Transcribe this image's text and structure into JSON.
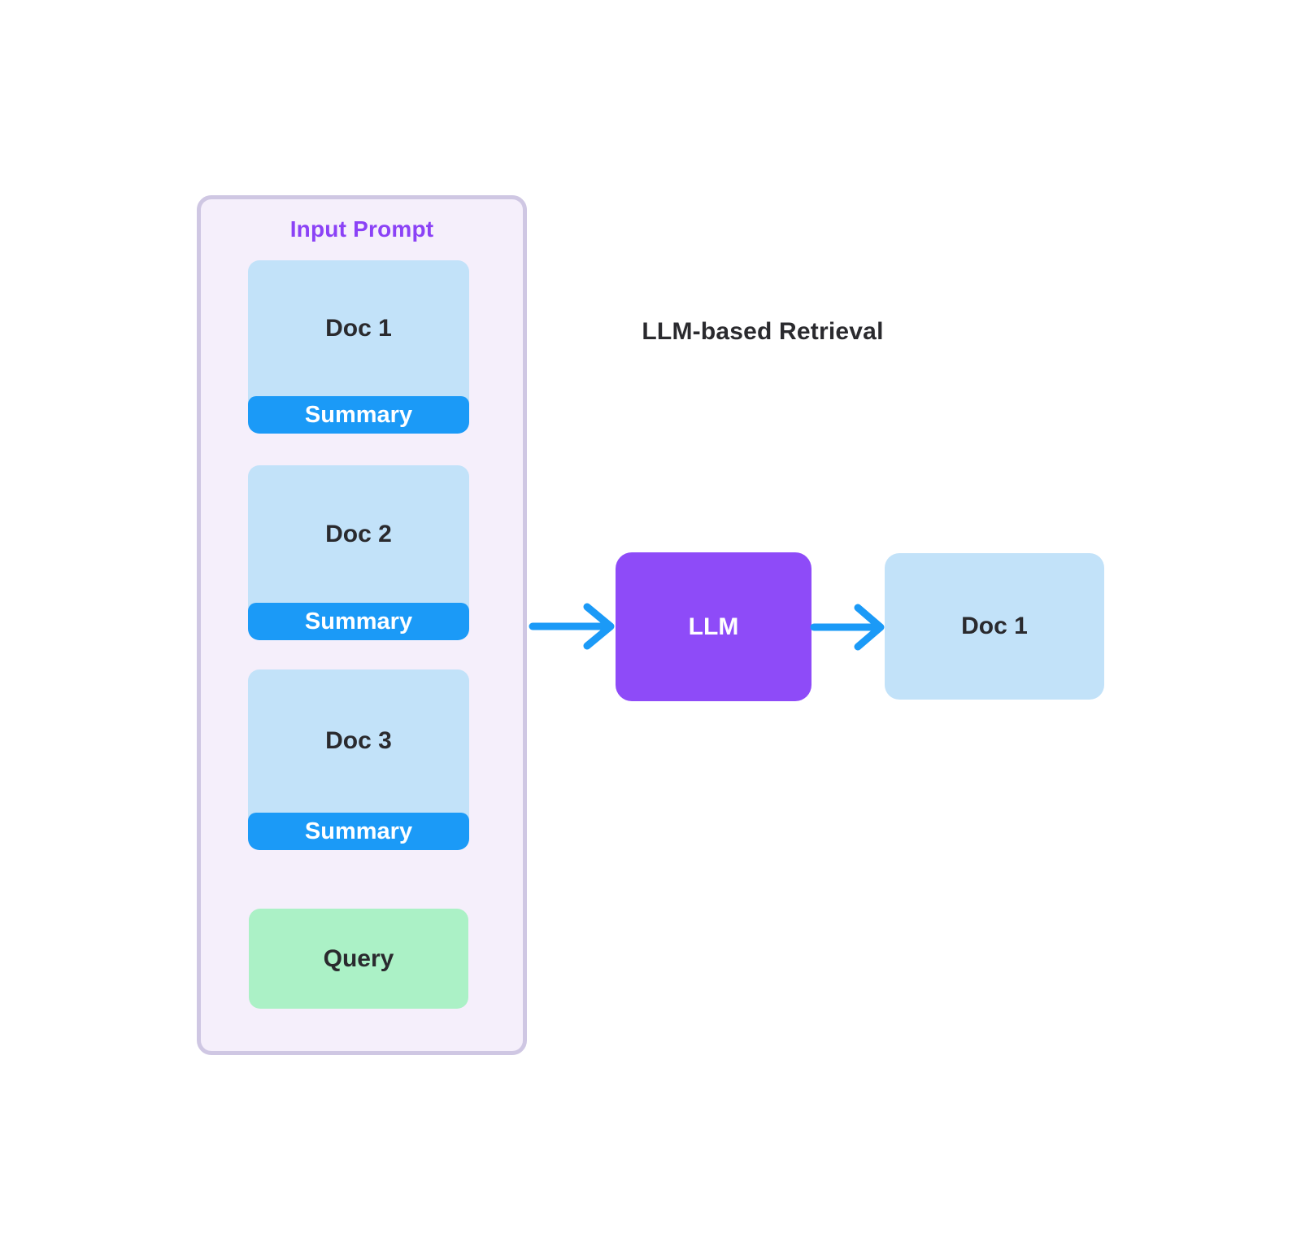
{
  "title": "LLM-based Retrieval",
  "colors": {
    "canvas_bg": "#ffffff",
    "container_bg": "#F5EFFB",
    "container_border": "#CFC7E3",
    "label_purple": "#8B42F6",
    "card_blue": "#C2E2F9",
    "accent_blue": "#1B9AF7",
    "llm_purple": "#8E4BF8",
    "query_green": "#ABF1C6",
    "dark_text": "#2A2A2E",
    "white_text": "#FFFFFF"
  },
  "input_prompt": {
    "label": "Input Prompt",
    "docs": [
      {
        "label": "Doc 1",
        "summary_label": "Summary"
      },
      {
        "label": "Doc 2",
        "summary_label": "Summary"
      },
      {
        "label": "Doc 3",
        "summary_label": "Summary"
      }
    ],
    "query_label": "Query"
  },
  "pipeline": {
    "llm_label": "LLM",
    "output_doc_label": "Doc 1"
  }
}
